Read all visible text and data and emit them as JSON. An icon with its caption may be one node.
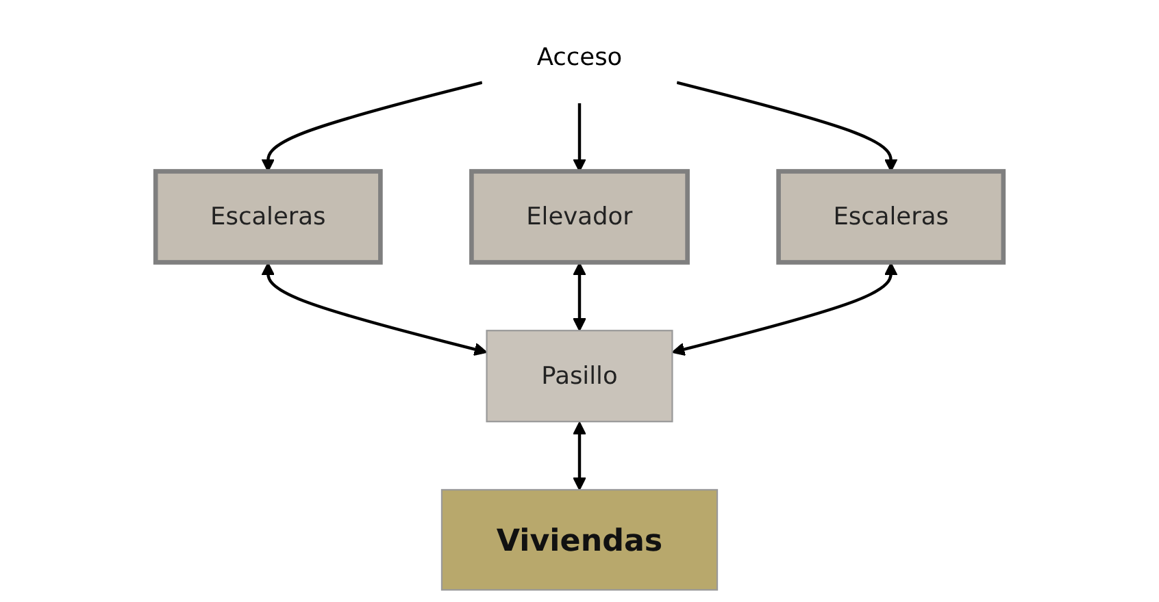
{
  "diagram": {
    "nodes": [
      {
        "text": [
          "Acceso"
        ]
      },
      {
        "text": [
          "Escaleras"
        ]
      },
      {
        "text": [
          "Elevador"
        ]
      },
      {
        "text": [
          "Escaleras"
        ]
      },
      {
        "text": [
          "Pasillo"
        ]
      },
      {
        "text": [
          "Viviendas"
        ]
      }
    ],
    "edges": [
      {
        "from": 0,
        "to": 1,
        "arrow": "to"
      },
      {
        "from": 0,
        "to": 2,
        "arrow": "to"
      },
      {
        "from": 0,
        "to": 3,
        "arrow": "to"
      },
      {
        "from": 1,
        "to": 4,
        "arrow": "both"
      },
      {
        "from": 2,
        "to": 4,
        "arrow": "both"
      },
      {
        "from": 3,
        "to": 4,
        "arrow": "both"
      },
      {
        "from": 4,
        "to": 5,
        "arrow": "both"
      }
    ]
  }
}
